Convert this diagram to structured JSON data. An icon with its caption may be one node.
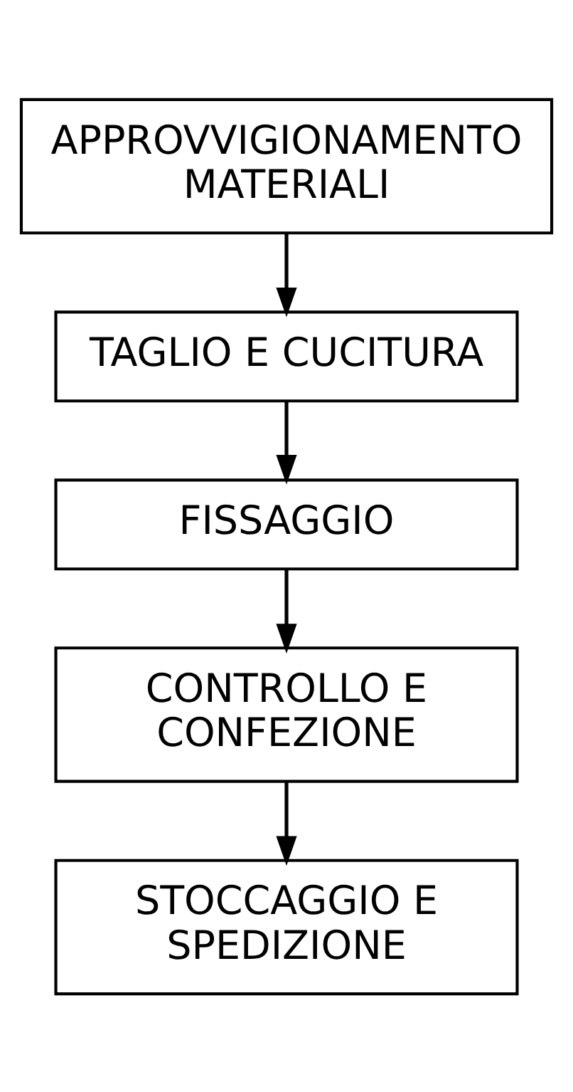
{
  "diagram": {
    "nodes": [
      {
        "text": [
          "APPROVVIGIONAMENTO MATERIALI"
        ]
      },
      {
        "text": [
          "TAGLIO E CUCITURA"
        ]
      },
      {
        "text": [
          "FISSAGGIO"
        ]
      },
      {
        "text": [
          "CONTROLLO E CONFEZIONE"
        ]
      },
      {
        "text": [
          "STOCCAGGIO E SPEDIZIONE"
        ]
      }
    ],
    "edges": [
      {
        "from": 0,
        "to": 1,
        "arrow": "to"
      },
      {
        "from": 1,
        "to": 2,
        "arrow": "to"
      },
      {
        "from": 2,
        "to": 3,
        "arrow": "to"
      },
      {
        "from": 3,
        "to": 4,
        "arrow": "to"
      }
    ]
  }
}
